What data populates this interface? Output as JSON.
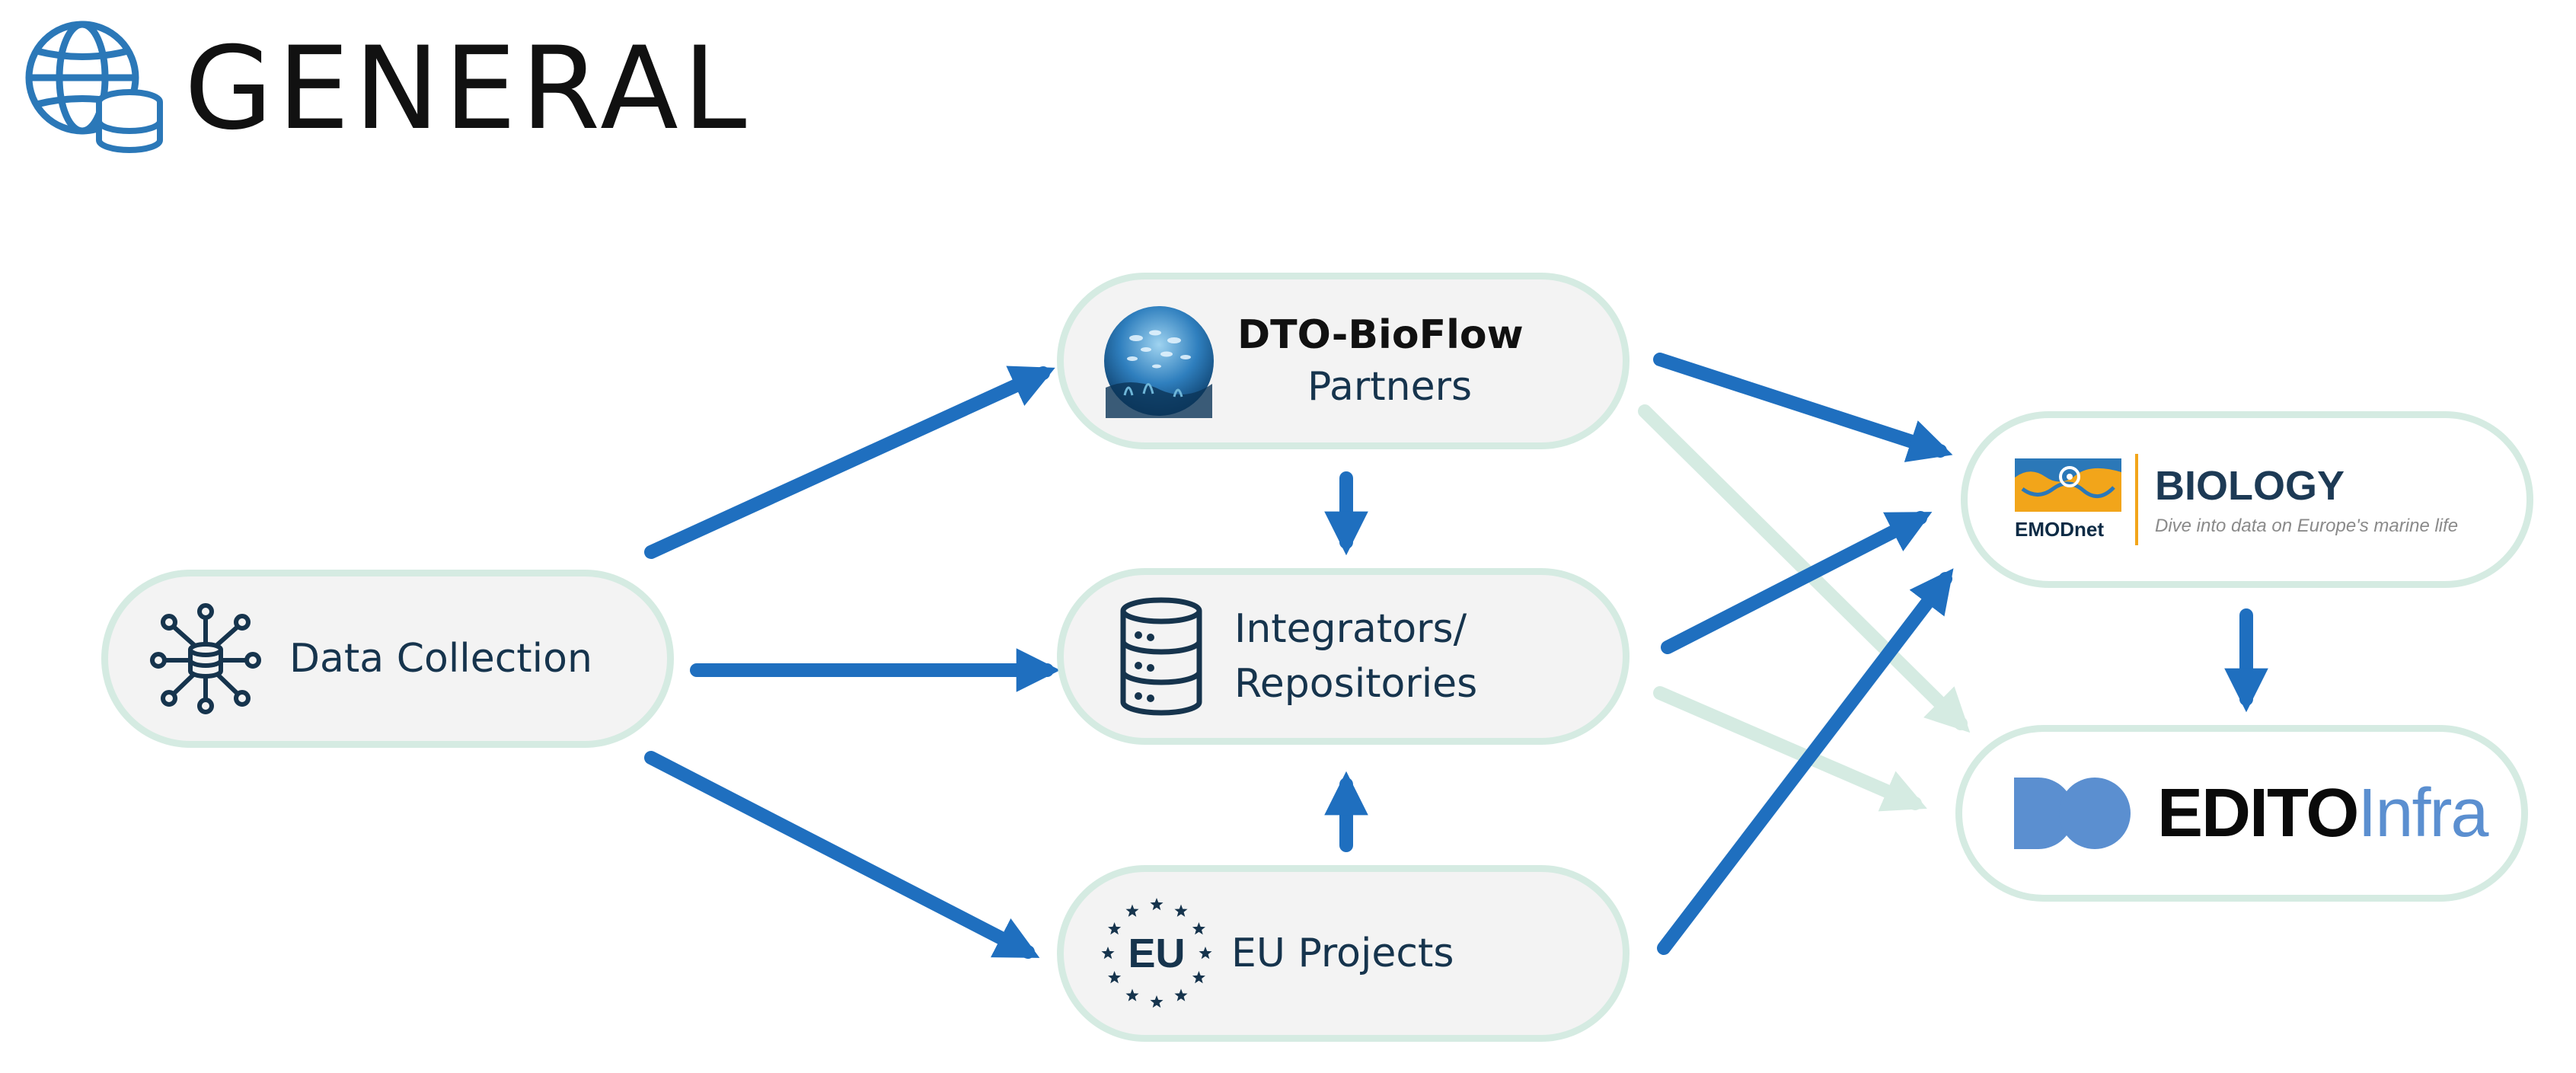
{
  "header": {
    "title": "GENERAL",
    "icon": "globe-database-icon"
  },
  "nodes": {
    "data_collection": {
      "label": "Data Collection",
      "icon": "data-network-icon"
    },
    "dto_bioflow": {
      "title": "DTO-BioFlow",
      "subtitle": "Partners",
      "icon": "dto-bioflow-logo"
    },
    "integrators": {
      "line1": "Integrators/",
      "line2": "Repositories",
      "icon": "database-server-icon"
    },
    "eu_projects": {
      "label": "EU Projects",
      "mark": "EU",
      "icon": "eu-stars-icon"
    },
    "emodnet": {
      "title": "BIOLOGY",
      "subtitle": "Dive into data on Europe's marine life",
      "brand": "EMODnet"
    },
    "edito": {
      "part1": "EDITO",
      "part2": "Infra",
      "icon": "edito-logo"
    }
  },
  "colors": {
    "arrow_strong": "#1f6fbf",
    "arrow_light": "#d5ebe2",
    "node_border": "#d5ebe2",
    "node_fill": "#f3f3f3",
    "emodnet_orange": "#f2a51a",
    "edito_blue": "#5b8fd0"
  }
}
